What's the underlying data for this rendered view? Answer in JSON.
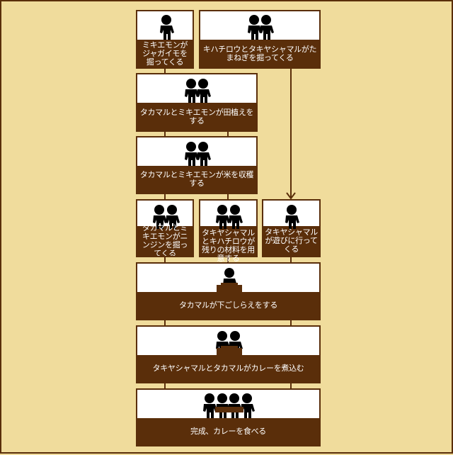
{
  "steps": {
    "s1": "ミキエモンがジャガイモを掘ってくる",
    "s2": "キハチロウとタキヤシャマルがたまねぎを掘ってくる",
    "s3": "タカマルとミキエモンが田植えをする",
    "s4": "タカマルとミキエモンが米を収穫する",
    "s5": "タカマルとミキエモンがニンジンを掘ってくる",
    "s6": "タキヤシャマルとキハチロウが残りの材料を用意する",
    "s7": "タキヤシャマルが遊びに行ってくる",
    "s8": "タカマルが下ごしらえをする",
    "s9": "タキヤシャマルとタカマルがカレーを煮込む",
    "s10": "完成、カレーを食べる"
  },
  "colors": {
    "background": "#f0dc9c",
    "card": "#5a2e0a",
    "panel": "#ffffff",
    "text": "#ffffff",
    "figure": "#000000"
  }
}
